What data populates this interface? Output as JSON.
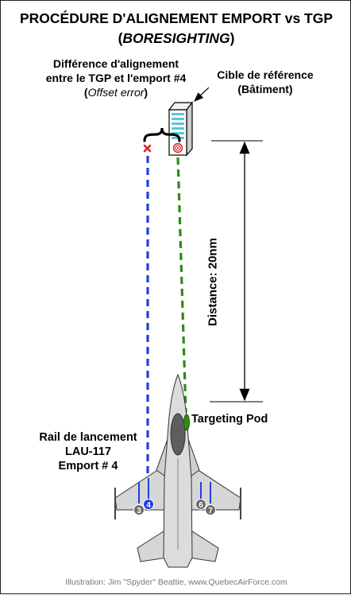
{
  "title": {
    "line1": "PROCÉDURE D'ALIGNEMENT EMPORT vs TGP",
    "line2_open": "(",
    "line2_italic": "BORESIGHTING",
    "line2_close": ")"
  },
  "labels": {
    "offset_line1": "Différence d'alignement",
    "offset_line2": "entre le TGP et l'emport #4",
    "offset_line3_open": "(",
    "offset_line3_italic": "Offset error",
    "offset_line3_close": ")",
    "target_line1": "Cible de référence",
    "target_line2": "(Bâtiment)",
    "distance": "Distance: 20nm",
    "targeting_pod": "Targeting Pod",
    "rail_line1": "Rail de lancement",
    "rail_line2": "LAU-117",
    "rail_line3": "Emport # 4"
  },
  "stations": [
    "3",
    "4",
    "6",
    "7"
  ],
  "credit": "Illustration: Jim \"Spyder\" Beattie, www.QuebecAirForce.com",
  "colors": {
    "sightline_station4": "#1f3fe0",
    "sightline_tgp": "#2e8a16",
    "offset_marker": "#e02020",
    "target_reticle": "#e02020",
    "building_windows": "#59c8d8",
    "aircraft_body": "#d8d8d8",
    "station_circle": "#6a6a6a"
  },
  "icons": {
    "offset_marker": "red-x-icon",
    "reference_target": "bullseye-icon",
    "building": "building-icon",
    "aircraft": "f16-aircraft-icon"
  }
}
